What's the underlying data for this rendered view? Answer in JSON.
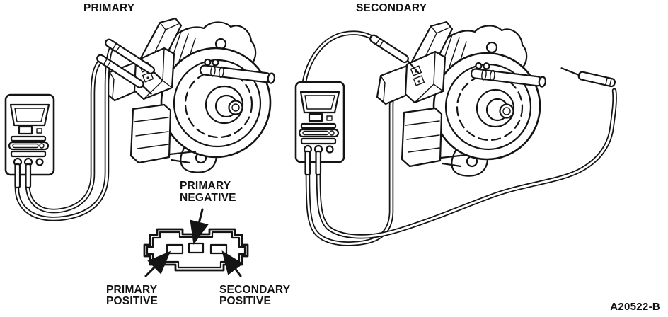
{
  "figure": {
    "code": "A20522-B",
    "background_color": "#ffffff",
    "ink_color": "#141414",
    "description": "Ignition coil resistance test illustration with primary and secondary test hookups and connector pinout"
  },
  "panels": [
    {
      "title": "PRIMARY"
    },
    {
      "title": "SECONDARY"
    }
  ],
  "connector_diagram": {
    "labels": {
      "negative": [
        "PRIMARY",
        "NEGATIVE"
      ],
      "positive_left": [
        "PRIMARY",
        "POSITIVE"
      ],
      "positive_right": [
        "SECONDARY",
        "POSITIVE"
      ]
    },
    "terminals": [
      "PRIMARY POSITIVE",
      "PRIMARY NEGATIVE",
      "SECONDARY POSITIVE"
    ]
  }
}
